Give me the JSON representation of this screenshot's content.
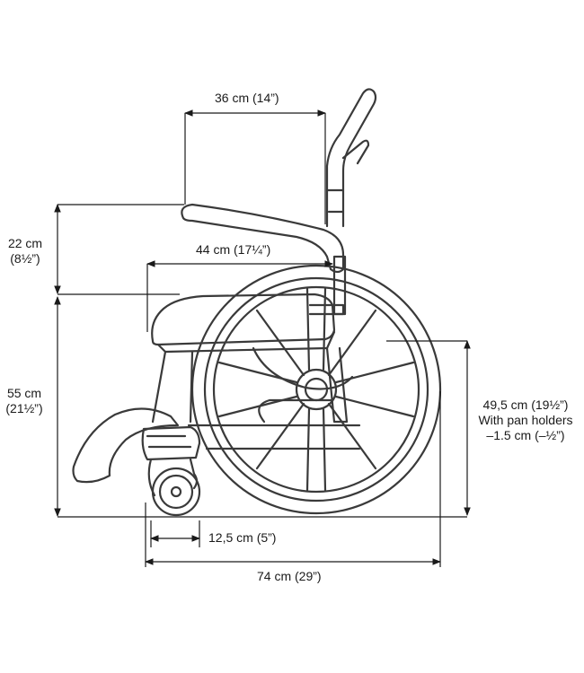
{
  "colors": {
    "outline": "#3a3a3a",
    "dimension": "#1a1a1a",
    "background": "#ffffff"
  },
  "dimensions": {
    "backrest_width": "36 cm (14”)",
    "armrest_height_cm": "22 cm",
    "armrest_height_in": "(8½”)",
    "seat_depth": "44 cm (17¼”)",
    "seat_height_cm": "55 cm",
    "seat_height_in": "(21½”)",
    "pan_height_line1": "49,5 cm (19½”)",
    "pan_height_line2": "With pan holders",
    "pan_height_line3": "–1.5 cm (–½”)",
    "castor_size": "12,5 cm (5”)",
    "overall_length": "74 cm (29”)"
  }
}
